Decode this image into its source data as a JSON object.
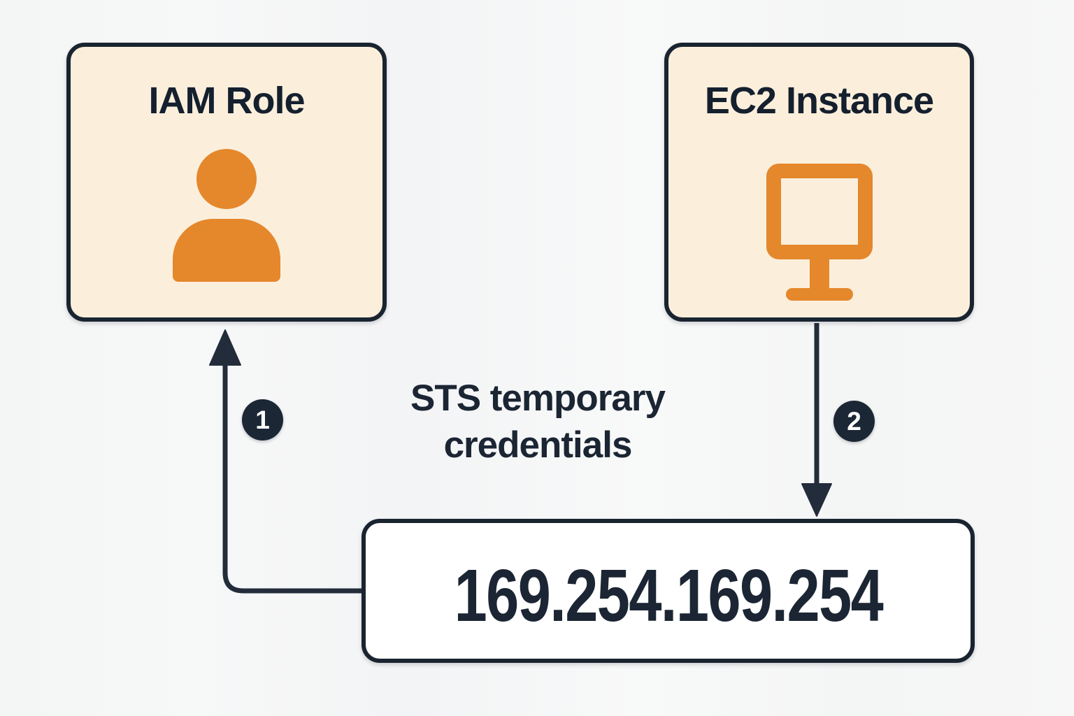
{
  "diagram": {
    "title": "EC2 instance metadata / IAM role STS credentials flow",
    "colors": {
      "background": "#f5f6f6",
      "node_fill_cream": "#fbefdc",
      "node_fill_white": "#ffffff",
      "border_navy": "#1a2430",
      "text_navy": "#1b2533",
      "accent_orange": "#e5872b",
      "badge_fill": "#1b2735",
      "badge_text": "#ffffff"
    },
    "nodes": {
      "iam_role": {
        "title": "IAM Role",
        "icon": "user-icon"
      },
      "ec2_instance": {
        "title": "EC2 Instance",
        "icon": "monitor-icon"
      },
      "metadata_endpoint": {
        "label": "169.254.169.254"
      }
    },
    "annotation": {
      "line1": "STS temporary",
      "line2": "credentials"
    },
    "steps": [
      {
        "number": "1",
        "meaning": "metadata endpoint returns STS temporary credentials for the IAM role"
      },
      {
        "number": "2",
        "meaning": "EC2 instance queries the metadata endpoint"
      }
    ]
  }
}
